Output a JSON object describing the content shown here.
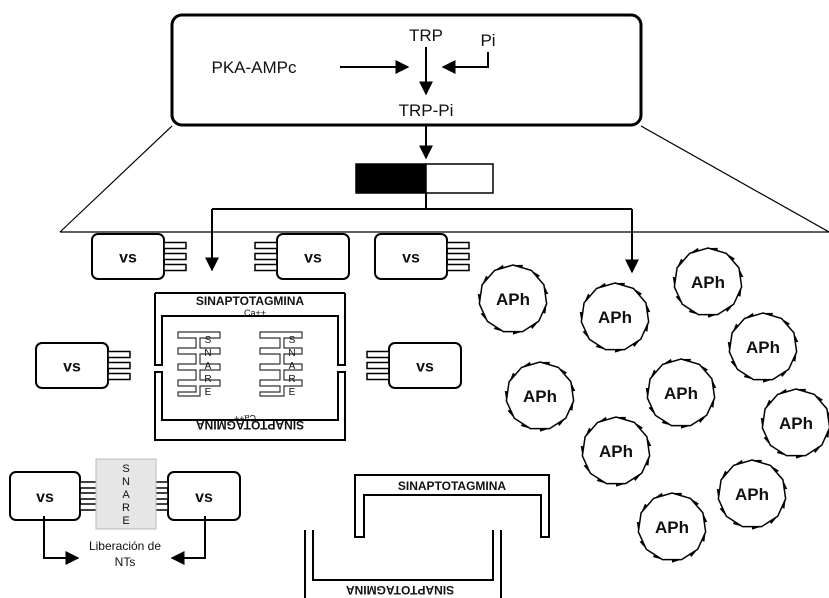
{
  "top_box": {
    "trp": "TRP",
    "pi": "Pi",
    "pka": "PKA-AMPc",
    "trp_pi": "TRP-Pi"
  },
  "vesicle_label": "vs",
  "aph_label": "APh",
  "sinaptotagmina": "SINAPTOTAGMINA",
  "calcium": "Ca++",
  "snare_letters": [
    "S",
    "N",
    "A",
    "R",
    "E"
  ],
  "release": {
    "line1": "Liberación de",
    "line2": "NTs"
  }
}
